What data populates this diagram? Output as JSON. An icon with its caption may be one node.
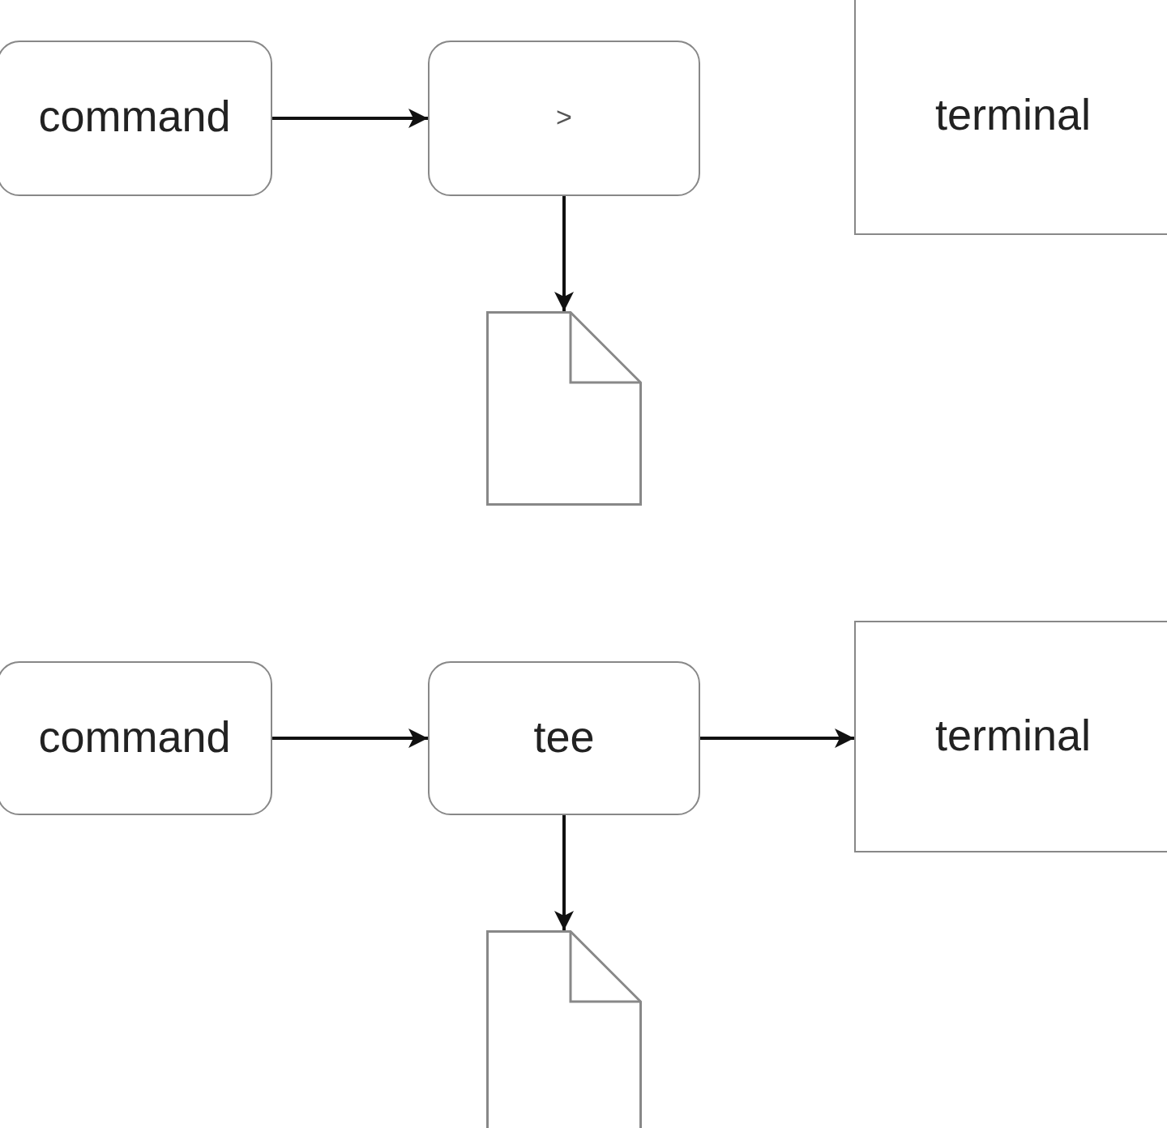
{
  "diagram": {
    "nodes": [
      {
        "text": [
          "command"
        ]
      },
      {
        "text": [
          ">"
        ]
      },
      {
        "text": [],
        "shape": "document"
      },
      {
        "text": [
          "terminal"
        ]
      },
      {
        "text": [
          "command"
        ]
      },
      {
        "text": [
          "tee"
        ]
      },
      {
        "text": [
          "terminal"
        ]
      },
      {
        "text": [],
        "shape": "document"
      }
    ],
    "edges": [
      {
        "from": 0,
        "to": 1,
        "arrow": "to"
      },
      {
        "from": 1,
        "to": 2,
        "arrow": "to"
      },
      {
        "from": 4,
        "to": 5,
        "arrow": "to"
      },
      {
        "from": 5,
        "to": 6,
        "arrow": "to"
      },
      {
        "from": 5,
        "to": 7,
        "arrow": "to"
      }
    ]
  }
}
